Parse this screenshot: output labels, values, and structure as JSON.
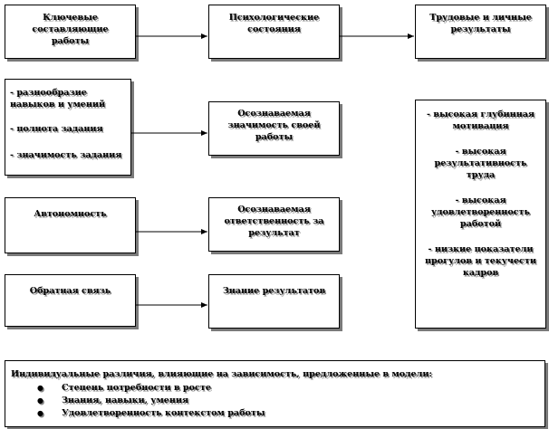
{
  "headers": {
    "key_characteristics": [
      "Ключевые",
      "составляющие",
      "работы"
    ],
    "psychological_states": [
      "Психологические",
      "состояния"
    ],
    "outcomes": [
      "Трудовые и личные",
      "результаты"
    ]
  },
  "characteristics": {
    "skills_group": [
      "- разнообразие навыков и умений",
      "- полнота задания",
      "- значимость задания"
    ],
    "autonomy": "Автономность",
    "feedback": "Обратная связь"
  },
  "states": {
    "meaningfulness": [
      "Осознаваемая",
      "значимость своей",
      "работы"
    ],
    "responsibility": [
      "Осознаваемая",
      "ответственность  за",
      "результат"
    ],
    "knowledge": "Знание результатов"
  },
  "results": [
    [
      "- высокая глубинная",
      "мотивация"
    ],
    [
      "- высокая",
      "результативность",
      "труда"
    ],
    [
      "- высокая",
      "удовлетворенность",
      "работой"
    ],
    [
      "- низкие показатели",
      "прогулов и текучести",
      "кадров"
    ]
  ],
  "differences": {
    "title": "Индивидуальные  различия, влияющие на зависимость, предложенные в модели:",
    "bullet": "●",
    "items": [
      "Степень потребности в росте",
      "Знания, навыки, умения",
      "Удовлетворенность  контекстом работы"
    ]
  }
}
